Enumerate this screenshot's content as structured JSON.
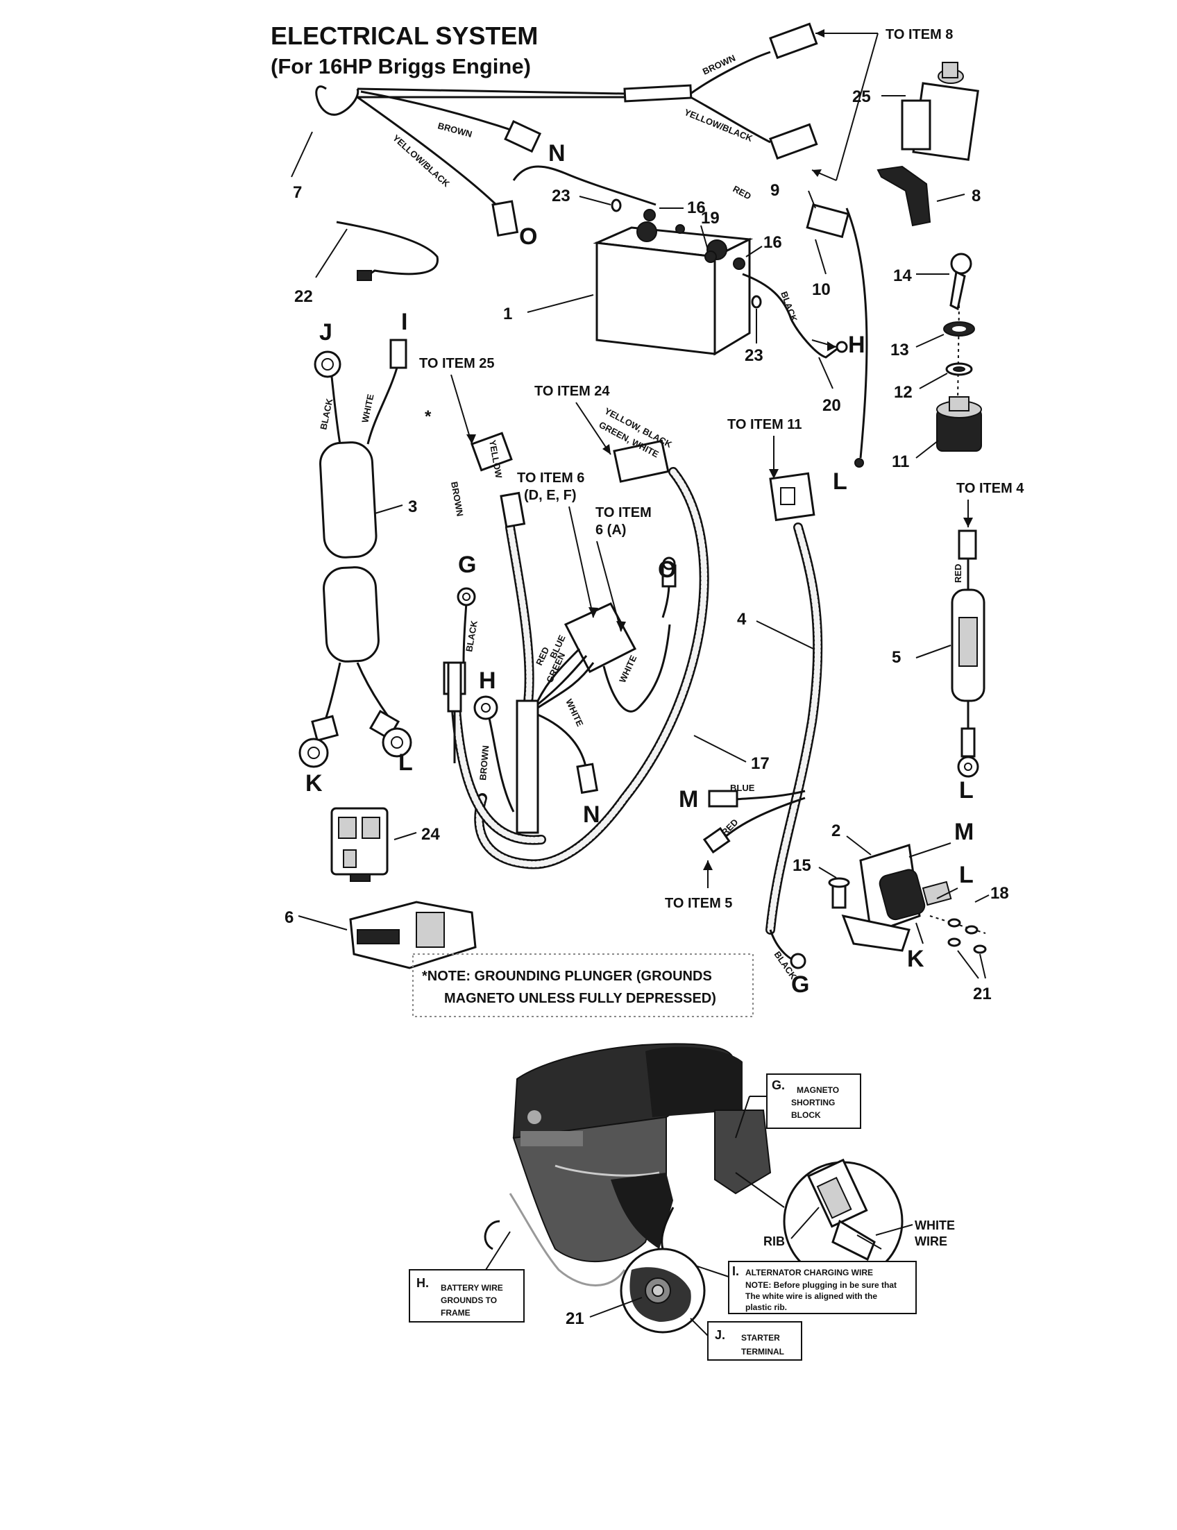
{
  "header": {
    "title": "ELECTRICAL SYSTEM",
    "subtitle": "(For 16HP Briggs Engine)"
  },
  "parts": {
    "p1": "1",
    "p2": "2",
    "p3": "3",
    "p4": "4",
    "p5": "5",
    "p6": "6",
    "p7": "7",
    "p8": "8",
    "p9": "9",
    "p10": "10",
    "p11": "11",
    "p12": "12",
    "p13": "13",
    "p14": "14",
    "p15": "15",
    "p16a": "16",
    "p16b": "16",
    "p17": "17",
    "p18": "18",
    "p19": "19",
    "p20": "20",
    "p21a": "21",
    "p21b": "21",
    "p22": "22",
    "p23a": "23",
    "p23b": "23",
    "p24": "24",
    "p25": "25"
  },
  "letters": {
    "n_top": "N",
    "o_top": "O",
    "h_batt": "H",
    "l_key": "L",
    "j": "J",
    "i": "I",
    "k_left": "K",
    "l_left": "L",
    "g_harn": "G",
    "o_harn": "O",
    "h_harn": "H",
    "n_harn": "N",
    "m_wire": "M",
    "g_bottom": "G",
    "m_sol": "M",
    "l_sol": "L",
    "k_sol": "K",
    "l_fuse": "L"
  },
  "refs": {
    "to_item_8": "TO ITEM 8",
    "to_item_25": "TO ITEM 25",
    "to_item_24": "TO ITEM 24",
    "to_item_6def_1": "TO ITEM 6",
    "to_item_6def_2": "(D, E, F)",
    "to_item_6a_1": "TO ITEM",
    "to_item_6a_2": "6 (A)",
    "to_item_11": "TO ITEM 11",
    "to_item_4": "TO ITEM 4",
    "to_item_5": "TO ITEM 5",
    "asterisk": "*"
  },
  "wires": {
    "brown_top": "BROWN",
    "yellow_black_top": "YELLOW/BLACK",
    "brown_n": "BROWN",
    "yellow_black_o": "YELLOW/BLACK",
    "red_batt": "RED",
    "black_batt": "BLACK",
    "black_j": "BLACK",
    "white_i": "WHITE",
    "brown_25": "BROWN",
    "yellow_25": "YELLOW",
    "conn24_line1": "YELLOW, BLACK",
    "conn24_line2": "GREEN, WHITE",
    "black_g": "BLACK",
    "red_h": "RED",
    "blue_h": "BLUE",
    "green_h": "GREEN",
    "white_o": "WHITE",
    "white_n": "WHITE",
    "brown_h": "BROWN",
    "blue_m": "BLUE",
    "red_5": "RED",
    "black_gb": "BLACK",
    "red_fuse": "RED"
  },
  "note": {
    "line1": "*NOTE: GROUNDING PLUNGER (GROUNDS",
    "line2": "MAGNETO UNLESS FULLY DEPRESSED)"
  },
  "engine": {
    "g_label": "G.",
    "g_text1": "MAGNETO",
    "g_text2": "SHORTING",
    "g_text3": "BLOCK",
    "white_wire1": "WHITE",
    "white_wire2": "WIRE",
    "rib": "RIB",
    "i_label": "I.",
    "i_text1": "ALTERNATOR CHARGING WIRE",
    "i_text2": "NOTE: Before plugging in be sure that",
    "i_text3": "The white wire is aligned with the",
    "i_text4": "plastic rib.",
    "h_label": "H.",
    "h_text1": "BATTERY WIRE",
    "h_text2": "GROUNDS TO",
    "h_text3": "FRAME",
    "j_label": "J.",
    "j_text1": "STARTER",
    "j_text2": "TERMINAL",
    "num21": "21"
  }
}
